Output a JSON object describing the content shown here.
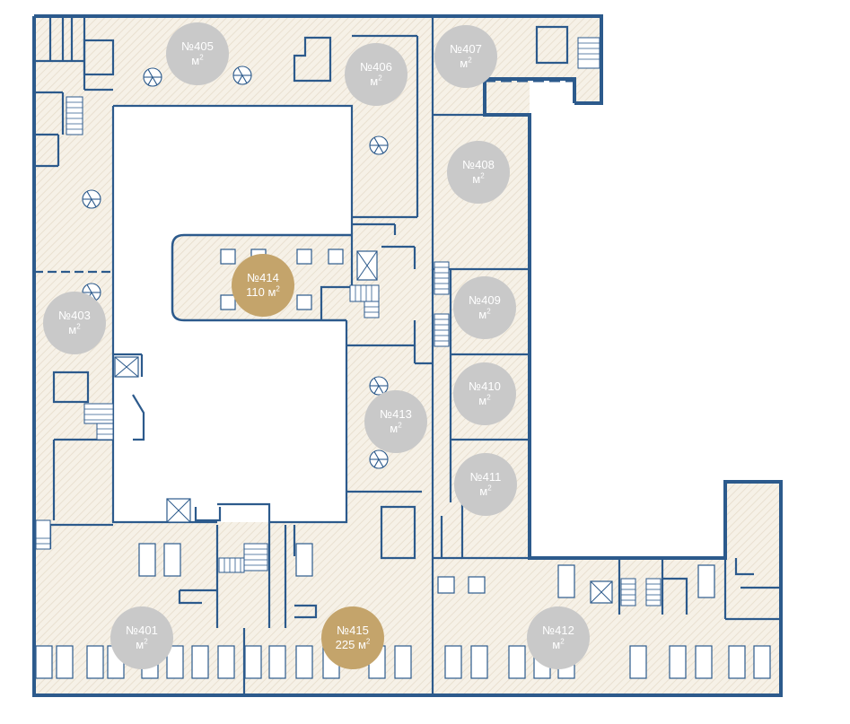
{
  "colors": {
    "wall": "#2c5a8c",
    "floor_hatch": "#f3ece0",
    "badge_unavailable": "#c9c9c9",
    "badge_available": "#c4a46b"
  },
  "rooms": [
    {
      "key": "r405",
      "number": "№405",
      "area": "",
      "unit": "м",
      "status": "unavailable"
    },
    {
      "key": "r406",
      "number": "№406",
      "area": "",
      "unit": "м",
      "status": "unavailable"
    },
    {
      "key": "r407",
      "number": "№407",
      "area": "",
      "unit": "м",
      "status": "unavailable"
    },
    {
      "key": "r408",
      "number": "№408",
      "area": "",
      "unit": "м",
      "status": "unavailable"
    },
    {
      "key": "r403",
      "number": "№403",
      "area": "",
      "unit": "м",
      "status": "unavailable"
    },
    {
      "key": "r414",
      "number": "№414",
      "area": "110",
      "unit": "м",
      "status": "available"
    },
    {
      "key": "r409",
      "number": "№409",
      "area": "",
      "unit": "м",
      "status": "unavailable"
    },
    {
      "key": "r410",
      "number": "№410",
      "area": "",
      "unit": "м",
      "status": "unavailable"
    },
    {
      "key": "r413",
      "number": "№413",
      "area": "",
      "unit": "м",
      "status": "unavailable"
    },
    {
      "key": "r411",
      "number": "№411",
      "area": "",
      "unit": "м",
      "status": "unavailable"
    },
    {
      "key": "r401",
      "number": "№401",
      "area": "",
      "unit": "м",
      "status": "unavailable"
    },
    {
      "key": "r415",
      "number": "№415",
      "area": "225",
      "unit": "м",
      "status": "available"
    },
    {
      "key": "r412",
      "number": "№412",
      "area": "",
      "unit": "м",
      "status": "unavailable"
    }
  ]
}
